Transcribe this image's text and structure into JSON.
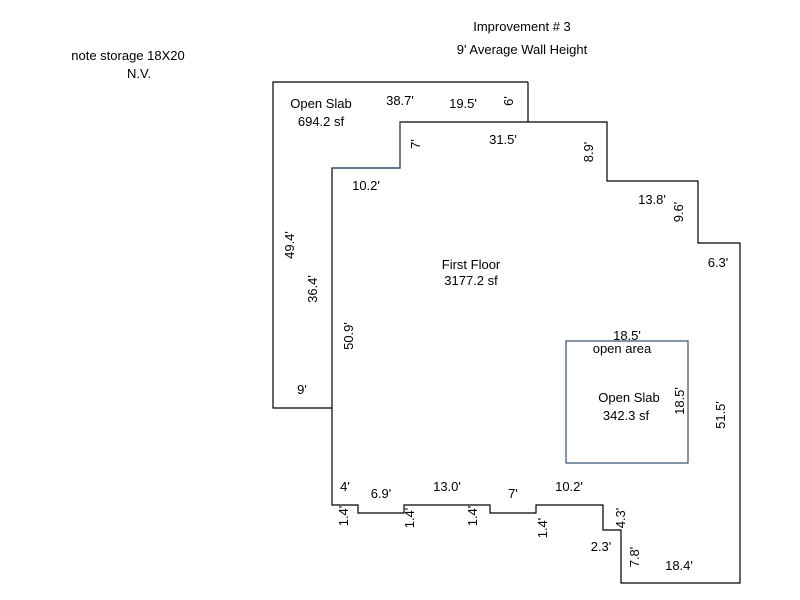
{
  "header": {
    "title": "Improvement # 3",
    "subtitle": "9' Average Wall Height"
  },
  "note": {
    "line1": "note storage  18X20",
    "line2": "N.V."
  },
  "colors": {
    "wall": "#000000",
    "slab_inner_wall": "#2f4f6f",
    "background": "#ffffff"
  },
  "areas": {
    "open_slab_top": {
      "name": "Open Slab",
      "area": "694.2 sf"
    },
    "first_floor": {
      "name": "First Floor",
      "area": "3177.2 sf"
    },
    "open_slab_inner": {
      "name": "Open Slab",
      "area": "342.3 sf"
    },
    "open_area_label": "open area"
  },
  "dimensions": {
    "d_38_7": "38.7'",
    "d_19_5": "19.5'",
    "d_6": "6'",
    "d_7_top": "7'",
    "d_31_5": "31.5'",
    "d_8_9": "8.9'",
    "d_10_2_top": "10.2'",
    "d_13_8": "13.8'",
    "d_9_6": "9.6'",
    "d_6_3": "6.3'",
    "d_49_4": "49.4'",
    "d_36_4": "36.4'",
    "d_50_9": "50.9'",
    "d_9": "9'",
    "d_18_5_top": "18.5'",
    "d_18_5_side": "18.5'",
    "d_51_5": "51.5'",
    "d_4": "4'",
    "d_6_9": "6.9'",
    "d_13_0": "13.0'",
    "d_7_bottom": "7'",
    "d_10_2_bottom": "10.2'",
    "d_1_4_a": "1.4'",
    "d_1_4_b": "1.4'",
    "d_1_4_c": "1.4'",
    "d_1_4_d": "1.4'",
    "d_4_3": "4.3'",
    "d_2_3": "2.3'",
    "d_7_8": "7.8'",
    "d_18_4": "18.4'"
  }
}
